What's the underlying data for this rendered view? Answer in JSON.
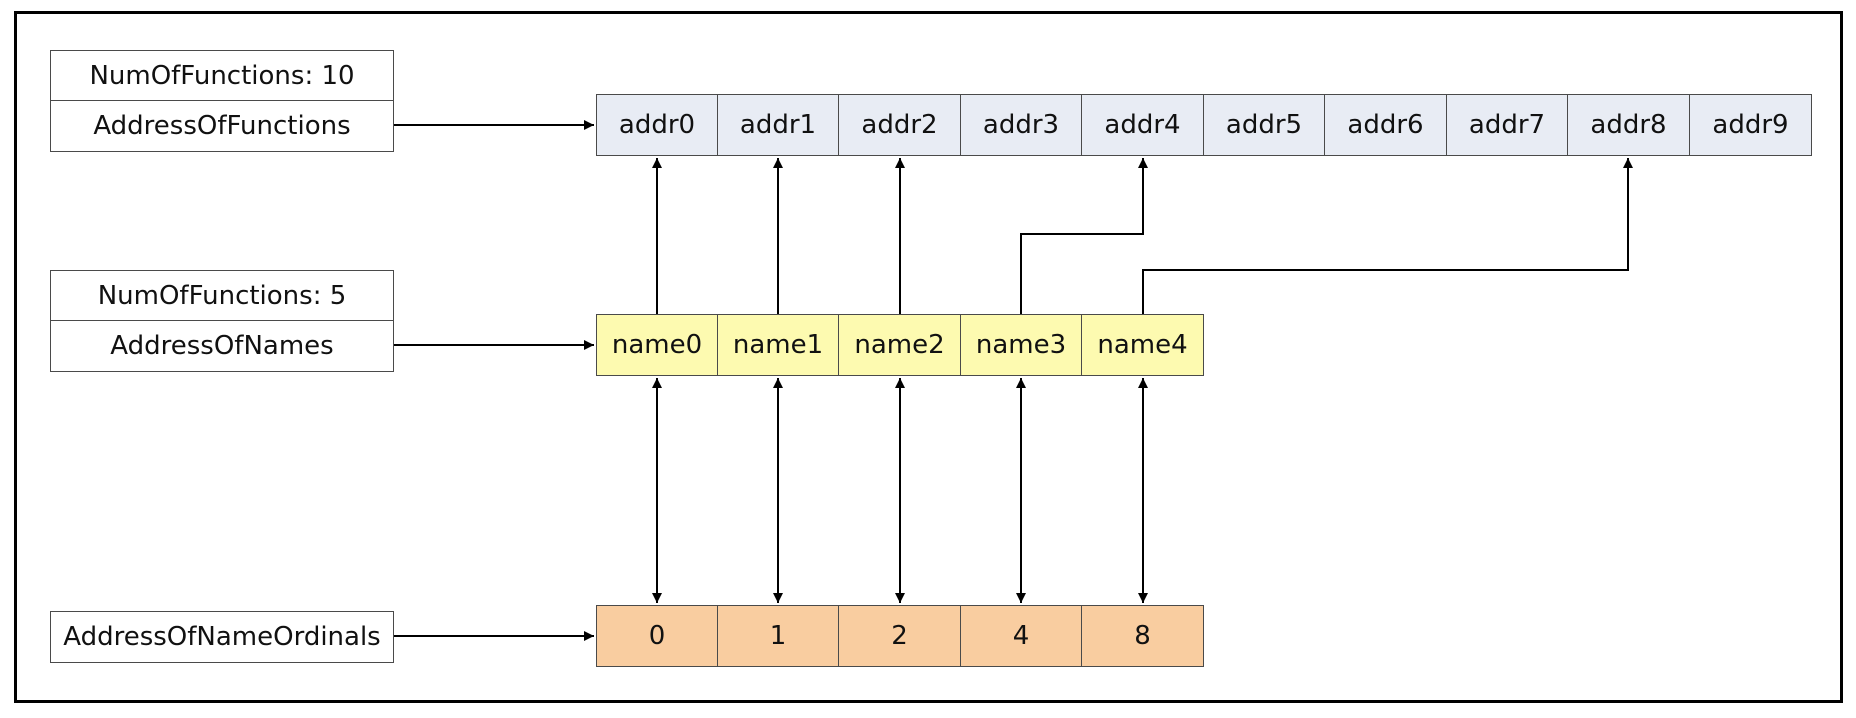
{
  "export_header": {
    "num_functions_label": "NumOfFunctions:  10",
    "address_of_functions_label": "AddressOfFunctions"
  },
  "names_header": {
    "num_names_label": "NumOfFunctions:  5",
    "address_of_names_label": "AddressOfNames"
  },
  "ordinals_header": {
    "address_of_name_ordinals_label": "AddressOfNameOrdinals"
  },
  "functions": [
    "addr0",
    "addr1",
    "addr2",
    "addr3",
    "addr4",
    "addr5",
    "addr6",
    "addr7",
    "addr8",
    "addr9"
  ],
  "names": [
    "name0",
    "name1",
    "name2",
    "name3",
    "name4"
  ],
  "ordinals": [
    "0",
    "1",
    "2",
    "4",
    "8"
  ],
  "colors": {
    "functions_fill": "#e8ecf4",
    "names_fill": "#fdfab0",
    "ordinals_fill": "#f9cda0"
  }
}
